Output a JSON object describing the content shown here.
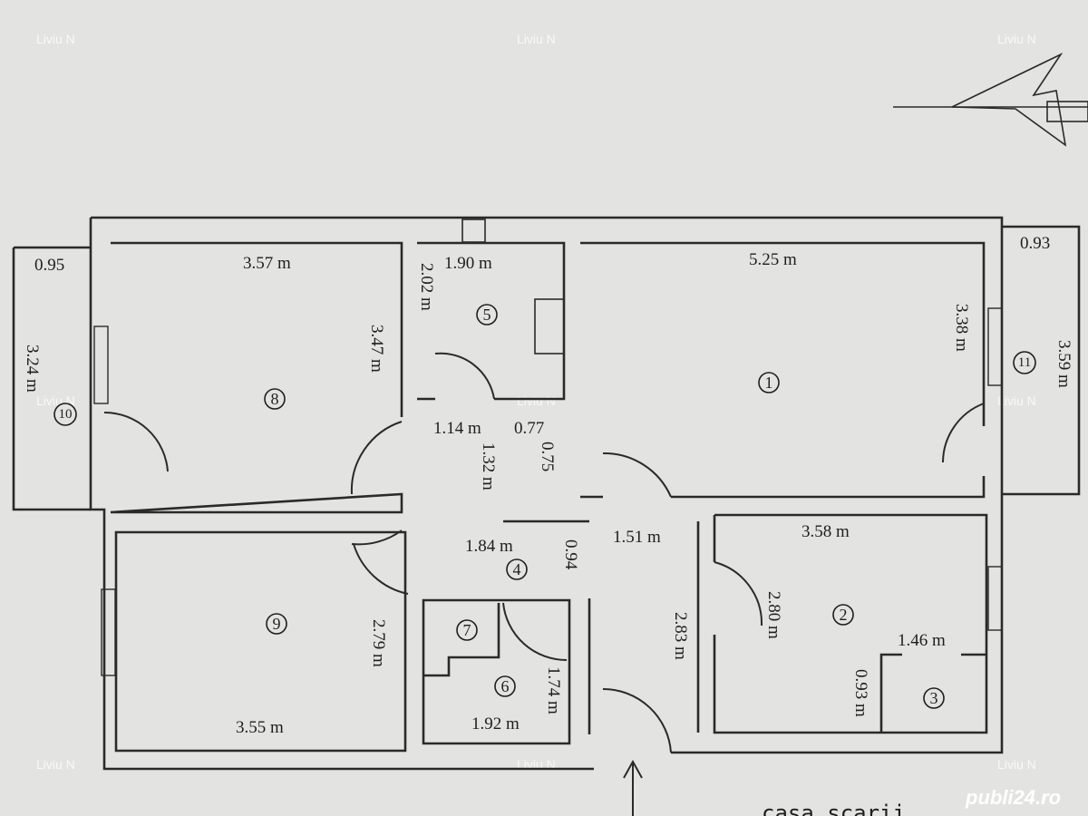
{
  "watermark": "Liviu N",
  "brand": "publi24.ro",
  "stair_label": "casa scarii",
  "rooms": [
    {
      "num": "1",
      "dims": [
        "5.25 m",
        "3.38 m"
      ]
    },
    {
      "num": "2",
      "dims": [
        "3.58 m",
        "2.80 m"
      ]
    },
    {
      "num": "3",
      "dims": [
        "1.46 m",
        "0.93 m"
      ]
    },
    {
      "num": "4",
      "dims": [
        "1.14 m",
        "0.77",
        "1.32 m",
        "0.75",
        "1.84 m",
        "0.94",
        "1.51 m",
        "2.83 m"
      ]
    },
    {
      "num": "5",
      "dims": [
        "1.90 m",
        "2.02 m"
      ]
    },
    {
      "num": "6",
      "dims": [
        "1.92 m",
        "1.74 m"
      ]
    },
    {
      "num": "7",
      "dims": []
    },
    {
      "num": "8",
      "dims": [
        "3.57 m",
        "3.47 m"
      ]
    },
    {
      "num": "9",
      "dims": [
        "3.55 m",
        "2.79 m"
      ]
    },
    {
      "num": "10",
      "dims": [
        "0.95",
        "3.24 m"
      ]
    },
    {
      "num": "11",
      "dims": [
        "0.93",
        "3.59 m"
      ]
    }
  ]
}
